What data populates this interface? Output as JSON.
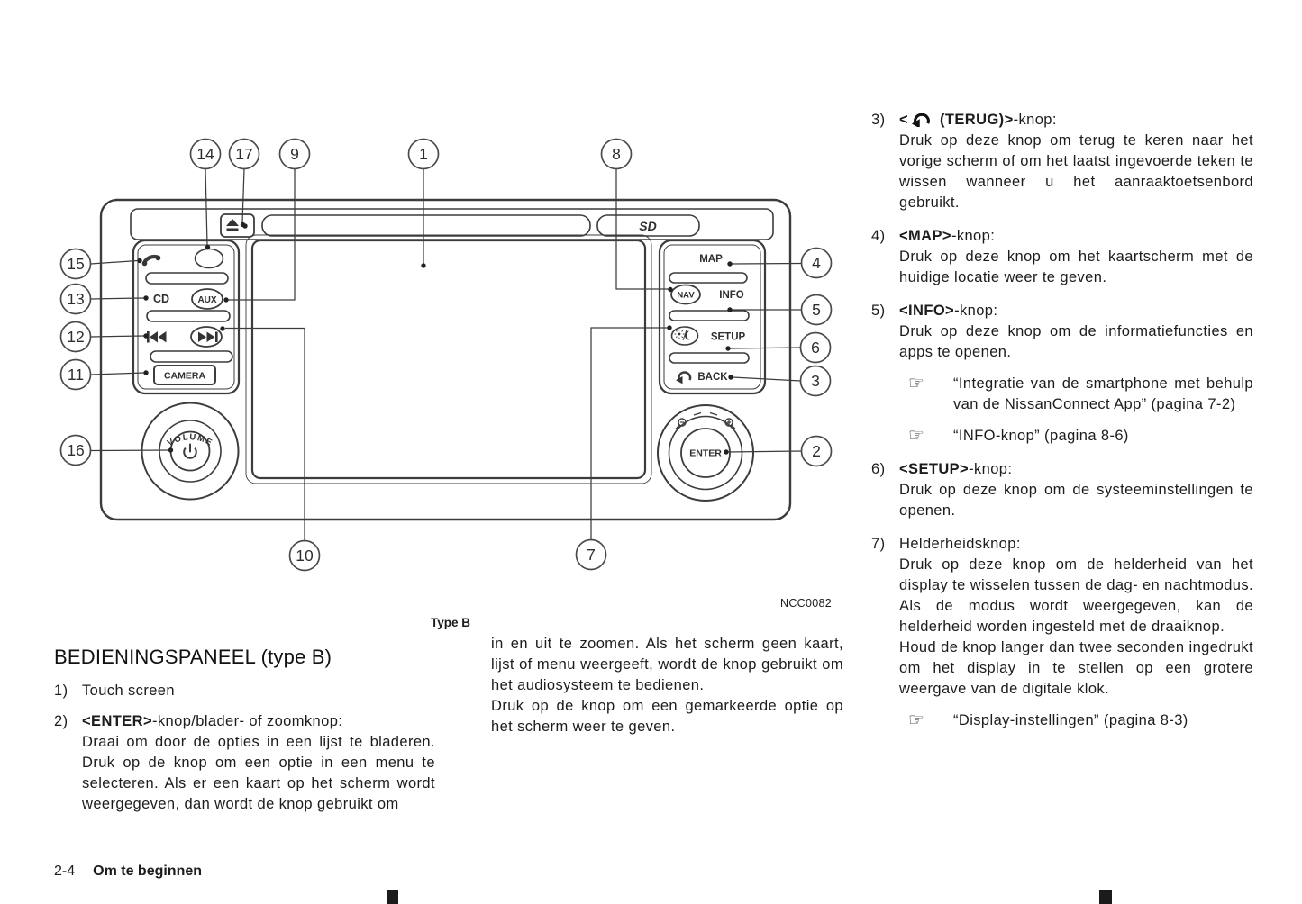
{
  "figure": {
    "caption": "Type B",
    "code": "NCC0082",
    "labels": {
      "map": "MAP",
      "nav": "NAV",
      "info": "INFO",
      "setup": "SETUP",
      "back": "BACK",
      "aux": "AUX",
      "cd": "CD",
      "camera": "CAMERA",
      "enter": "ENTER",
      "volume": "VOLUME",
      "sd": "SD"
    },
    "callouts": {
      "n1": "1",
      "n2": "2",
      "n3": "3",
      "n4": "4",
      "n5": "5",
      "n6": "6",
      "n7": "7",
      "n8": "8",
      "n9": "9",
      "n10": "10",
      "n11": "11",
      "n12": "12",
      "n13": "13",
      "n14": "14",
      "n15": "15",
      "n16": "16",
      "n17": "17"
    }
  },
  "left_column": {
    "heading": "BEDIENINGSPANEEL (type B)",
    "item1": {
      "num": "1)",
      "label": "Touch screen"
    },
    "item2": {
      "num": "2)",
      "label_bold": "<ENTER>",
      "label_rest": "-knop/blader- of zoomknop:",
      "body": "Draai om door de opties in een lijst te bladeren. Druk op de knop om een optie in een menu te selecteren. Als er een kaart op het scherm wordt weergegeven, dan wordt de knop gebruikt om"
    }
  },
  "middle_column": {
    "p1": "in en uit te zoomen. Als het scherm geen kaart, lijst of menu weergeeft, wordt de knop gebruikt om het audiosysteem te bedienen.",
    "p2": "Druk op de knop om een gemarkeerde optie op het scherm weer te geven."
  },
  "right_column": {
    "item3": {
      "num": "3)",
      "label_pre": "<",
      "label_post": " (TERUG)>",
      "label_rest": "-knop:",
      "body": "Druk op deze knop om terug te keren naar het vorige scherm of om het laatst ingevoerde teken te wissen wanneer u het aanraaktoetsenbord gebruikt."
    },
    "item4": {
      "num": "4)",
      "label_bold": "<MAP>",
      "label_rest": "-knop:",
      "body": "Druk op deze knop om het kaartscherm met de huidige locatie weer te geven."
    },
    "item5": {
      "num": "5)",
      "label_bold": "<INFO>",
      "label_rest": "-knop:",
      "body": "Druk op deze knop om de informatiefuncties en apps te openen.",
      "ref1": "“Integratie van de smartphone met be­hulp van de NissanConnect App” (pagina 7-2)",
      "ref2": "“INFO-knop” (pagina 8-6)"
    },
    "item6": {
      "num": "6)",
      "label_bold": "<SETUP>",
      "label_rest": "-knop:",
      "body": "Druk op deze knop om de systeeminstellingen te openen."
    },
    "item7": {
      "num": "7)",
      "label": "Helderheidsknop:",
      "body1": "Druk op deze knop om de helderheid van het display te wisselen tussen de dag- en nacht­modus. Als de modus wordt weergegeven, kan de helderheid worden ingesteld met de draai­knop.",
      "body2": "Houd de knop langer dan twee seconden inge­drukt om het display in te stellen op een grotere weergave van de digitale klok.",
      "ref": "“Display-instellingen” (pagina 8-3)"
    }
  },
  "footer": {
    "page_number": "2-4",
    "section": "Om te beginnen"
  },
  "icons": {
    "hand": "☞"
  }
}
